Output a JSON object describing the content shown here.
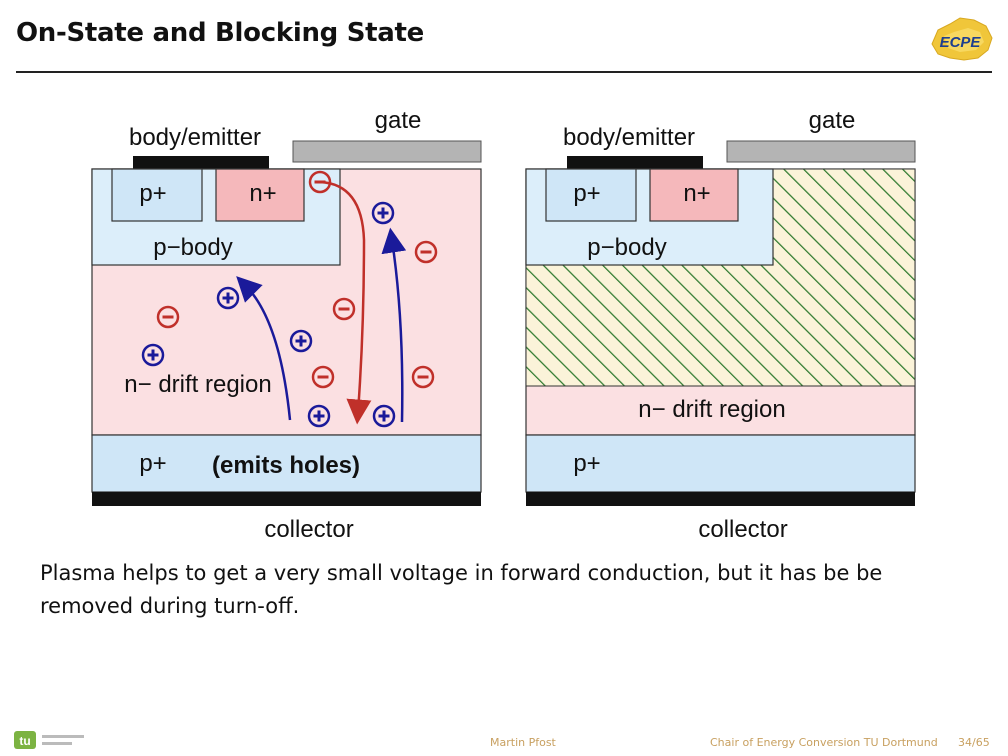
{
  "slide": {
    "title": "On-State and Blocking State",
    "logo_text": "ECPE",
    "caption": "Plasma helps to get a very small voltage in forward conduction, but it has be be removed during turn-off.",
    "footer": {
      "author": "Martin Pfost",
      "institution": "Chair of Energy Conversion TU Dortmund",
      "page": "34/65",
      "university_logo_text": "tu"
    }
  },
  "left_diagram": {
    "state": "on-state",
    "body_emitter_label": "body/emitter",
    "gate_label": "gate",
    "p_plus_top": "p+",
    "n_plus": "n+",
    "p_body": "p−body",
    "drift_region": "n− drift region",
    "p_plus_bottom": "p+",
    "emits_holes": "(emits holes)",
    "collector_label": "collector",
    "plus_symbol": "+",
    "minus_symbol": "−"
  },
  "right_diagram": {
    "state": "blocking-state",
    "body_emitter_label": "body/emitter",
    "gate_label": "gate",
    "p_plus_top": "p+",
    "n_plus": "n+",
    "p_body": "p−body",
    "drift_region": "n− drift region",
    "p_plus_bottom": "p+",
    "collector_label": "collector"
  },
  "colors": {
    "light_blue": "#cfe6f7",
    "pink": "#fbe0e2",
    "n_plus_pink": "#f5b8bb",
    "gate_gray": "#b4b4b4",
    "metal_black": "#111111",
    "hole_blue": "#1a1a9a",
    "electron_red": "#c0302a",
    "hatch_green": "#2f7a2f"
  }
}
